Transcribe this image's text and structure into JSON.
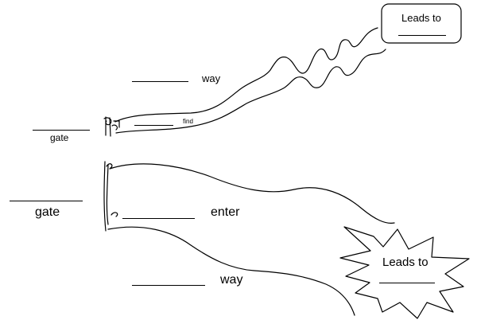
{
  "narrow_path": {
    "gate_label": "gate",
    "way_label": "way",
    "find_label": "find",
    "destination": {
      "label": "Leads to"
    }
  },
  "wide_path": {
    "gate_label": "gate",
    "enter_label": "enter",
    "way_label": "way",
    "destination": {
      "label": "Leads to"
    }
  }
}
